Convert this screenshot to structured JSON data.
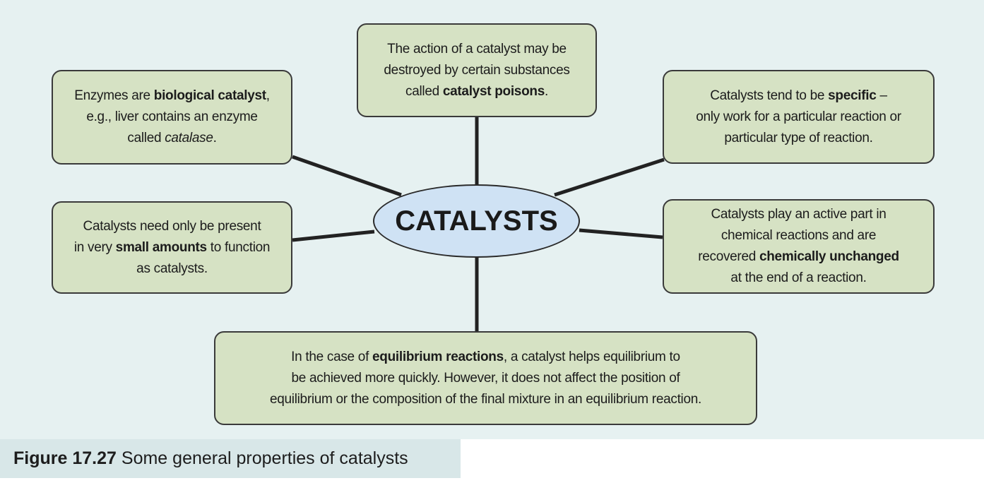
{
  "diagram": {
    "center": "CATALYSTS",
    "nodes": {
      "poisons": [
        {
          "t": "The action of a catalyst may be"
        },
        {
          "br": true
        },
        {
          "t": "destroyed by certain substances"
        },
        {
          "br": true
        },
        {
          "t": "called "
        },
        {
          "t": "catalyst poisons",
          "b": true
        },
        {
          "t": "."
        }
      ],
      "enzymes": [
        {
          "t": "Enzymes are "
        },
        {
          "t": "biological catalyst",
          "b": true
        },
        {
          "t": ","
        },
        {
          "br": true
        },
        {
          "t": "e.g., liver contains an enzyme"
        },
        {
          "br": true
        },
        {
          "t": "called "
        },
        {
          "t": "catalase",
          "i": true
        },
        {
          "t": "."
        }
      ],
      "specific": [
        {
          "t": "Catalysts tend to be "
        },
        {
          "t": "specific",
          "b": true
        },
        {
          "t": " –"
        },
        {
          "br": true
        },
        {
          "t": "only work for a particular reaction or"
        },
        {
          "br": true
        },
        {
          "t": "particular type of reaction."
        }
      ],
      "small": [
        {
          "t": "Catalysts need only be present"
        },
        {
          "br": true
        },
        {
          "t": "in very "
        },
        {
          "t": "small amounts",
          "b": true
        },
        {
          "t": " to function"
        },
        {
          "br": true
        },
        {
          "t": "as catalysts."
        }
      ],
      "unchanged": [
        {
          "t": "Catalysts play an active part in"
        },
        {
          "br": true
        },
        {
          "t": "chemical reactions and are"
        },
        {
          "br": true
        },
        {
          "t": "recovered "
        },
        {
          "t": "chemically unchanged",
          "b": true
        },
        {
          "br": true
        },
        {
          "t": "at the end of a reaction."
        }
      ],
      "equilibrium": [
        {
          "t": "In the case of "
        },
        {
          "t": "equilibrium reactions",
          "b": true
        },
        {
          "t": ", a catalyst helps equilibrium to"
        },
        {
          "br": true
        },
        {
          "t": "be achieved more quickly. However, it does not affect the position of"
        },
        {
          "br": true
        },
        {
          "t": "equilibrium or the composition of the final mixture in an equilibrium reaction."
        }
      ]
    },
    "colors": {
      "panel_background": "#e6f1f1",
      "node_fill": "#d6e2c4",
      "hub_fill": "#cfe2f4",
      "connector": "#222222",
      "caption_background": "#d8e7e8"
    }
  },
  "caption": {
    "number": "Figure 17.27",
    "text": "Some general properties of catalysts"
  }
}
